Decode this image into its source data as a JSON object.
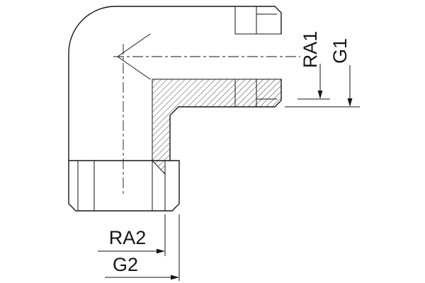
{
  "page": {
    "background_color": "#ffffff",
    "line_color": "#161616"
  },
  "drawing": {
    "figure_type": "technical-section-drawing",
    "subject": "90-degree elbow fitting, partial section view",
    "labels": {
      "ra1": "RA1",
      "g1": "G1",
      "ra2": "RA2",
      "g2": "G2"
    }
  }
}
